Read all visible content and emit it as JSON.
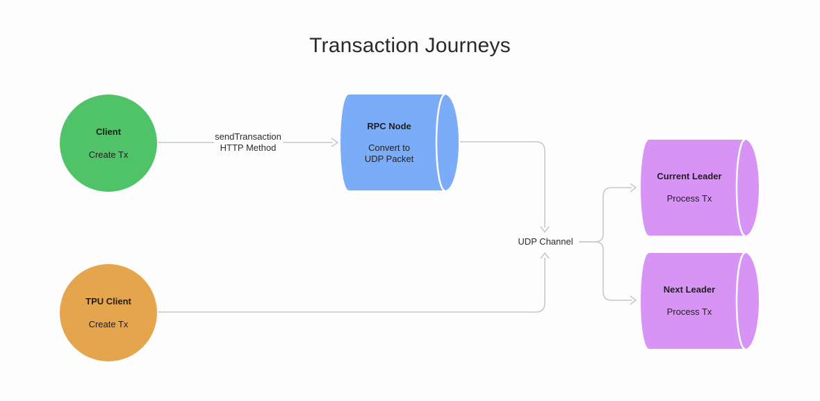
{
  "title": "Transaction Journeys",
  "nodes": {
    "client": {
      "title": "Client",
      "subtitle": "Create Tx",
      "shape": "circle",
      "color": "#50c267"
    },
    "tpu_client": {
      "title": "TPU Client",
      "subtitle": "Create Tx",
      "shape": "circle",
      "color": "#e4a54c"
    },
    "rpc_node": {
      "title": "RPC Node",
      "subtitle_lines": [
        "Convert to",
        "UDP Packet"
      ],
      "shape": "cylinder",
      "color": "#7aacf8"
    },
    "current_leader": {
      "title": "Current Leader",
      "subtitle": "Process Tx",
      "shape": "cylinder",
      "color": "#d794f4"
    },
    "next_leader": {
      "title": "Next Leader",
      "subtitle": "Process Tx",
      "shape": "cylinder",
      "color": "#d794f4"
    }
  },
  "edges": {
    "client_to_rpc": {
      "label_lines": [
        "sendTransaction",
        "HTTP Method"
      ]
    },
    "udp_channel": {
      "label": "UDP Channel"
    }
  },
  "colors": {
    "connector": "#c7c7c7",
    "cylinder_cap_stroke": "#ffffff",
    "text": "#1f1f1f",
    "background": "#fdfdfd"
  }
}
